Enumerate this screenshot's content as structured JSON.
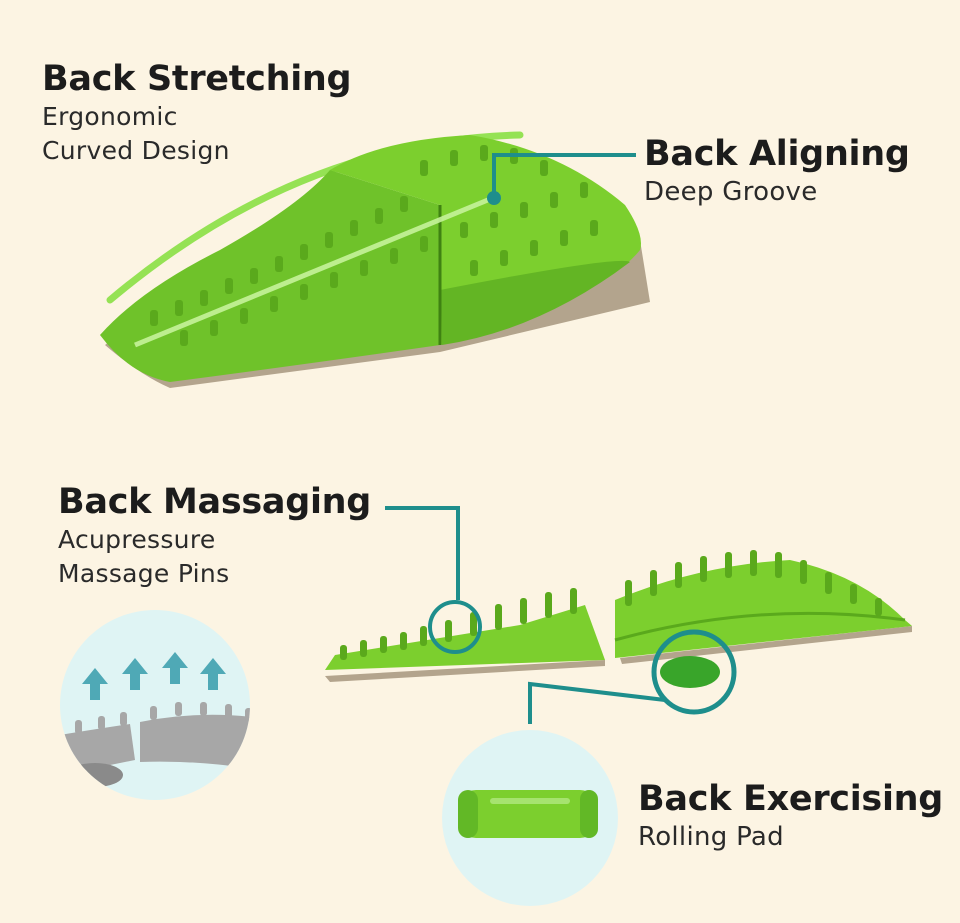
{
  "colors": {
    "background": "#fcf4e3",
    "mat_green": "#7ccf2e",
    "mat_green_dark": "#5aa91c",
    "mat_base": "#b3a48d",
    "callout_teal": "#1e8e8c",
    "arrow_teal": "#4fa9b6",
    "circle_bg": "#dff4f4"
  },
  "callouts": {
    "stretching": {
      "title": "Back Stretching",
      "lines": [
        "Ergonomic",
        "Curved Design"
      ]
    },
    "aligning": {
      "title": "Back Aligning",
      "lines": [
        "Deep Groove"
      ]
    },
    "massaging": {
      "title": "Back Massaging",
      "lines": [
        "Acupressure",
        "Massage Pins"
      ]
    },
    "exercising": {
      "title": "Back Exercising",
      "lines": [
        "Rolling Pad"
      ]
    }
  },
  "icons": [
    "up-arrow-icon",
    "up-arrow-icon",
    "up-arrow-icon",
    "up-arrow-icon"
  ]
}
